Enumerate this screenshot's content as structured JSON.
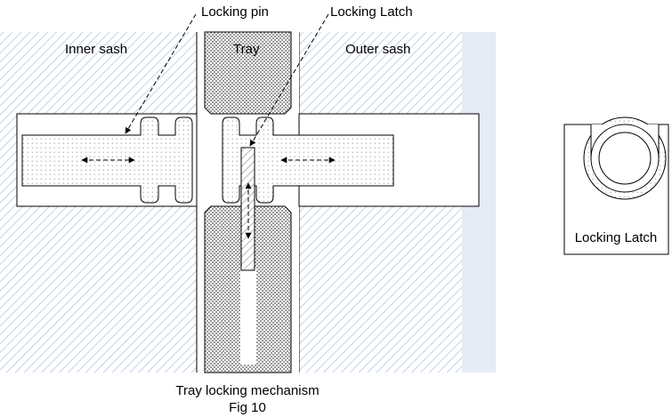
{
  "figure": {
    "caption_line1": "Tray locking mechanism",
    "caption_line2": "Fig 10"
  },
  "labels": {
    "inner_sash": "Inner sash",
    "tray": "Tray",
    "outer_sash": "Outer sash",
    "locking_pin": "Locking pin",
    "locking_latch": "Locking Latch",
    "side_view_latch": "Locking Latch"
  },
  "colors": {
    "hatch": "#a9bfe0",
    "panel": "#e6ecf6",
    "tray_check_dark": "#9a9a9a",
    "tray_check_light": "#ffffff",
    "stroke": "#000000",
    "dot": "#777777"
  }
}
